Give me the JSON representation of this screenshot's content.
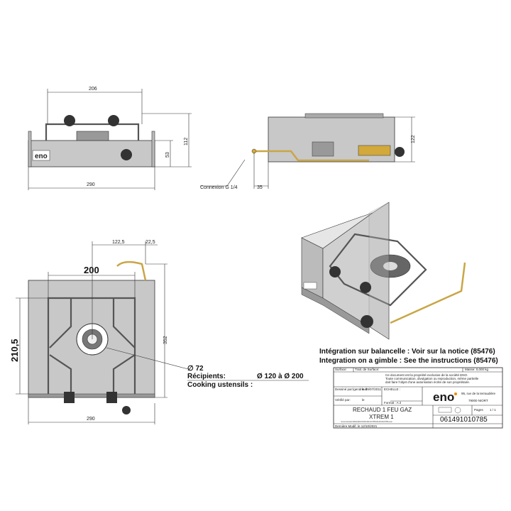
{
  "front_view": {
    "width_top": "206",
    "width_total": "290",
    "height_body": "53",
    "height_total": "112",
    "logo": "eno"
  },
  "side_view": {
    "height": "122",
    "offset": "35",
    "connection_label": "Connexion G 1/4"
  },
  "top_view": {
    "dim_200": "200",
    "dim_122_5": "122,5",
    "dim_22_5": "22,5",
    "dim_210_5": "210,5",
    "dim_352": "352",
    "width_total": "290"
  },
  "specs": {
    "diameter": "∅ 72",
    "recipients_label": "Récipients:",
    "recipients_value": "Ø 120 à Ø 200",
    "cooking_label": "Cooking ustensils :"
  },
  "integration": {
    "fr": "Intégration sur balancelle : Voir sur la notice (85476)",
    "en": "Integration on a gimble : See the instructions (85476)"
  },
  "title_block": {
    "surface": "Surface:",
    "trait_surface": "Trait. de Surface:",
    "masse": "Masse: 0,000 kg",
    "notice_1": "Ce document est la propriété exclusive de la société ENO.",
    "notice_2": "Toute communication, divulgation ou reproduction, même partielle",
    "notice_3": "doit faire l'objet d'une autorisation écrite de son propriétaire.",
    "drawn_by": "Dessiné par:lgendreuil",
    "drawn_date": "le 09/07/2011",
    "checked_by": "Vérifié par:",
    "checked_date": "le",
    "echelle": "ECHELLE :",
    "format": "Format : A 2",
    "logo": "eno",
    "address_1": "95, rue de la terraudière",
    "address_2": "79000 NIORT",
    "pages_label": "Pages",
    "pages_value": "1 / 1",
    "product_line1": "RECHAUD 1 FEU GAZ",
    "product_line2": "XTREM 1",
    "path": "\\\\eniers\\location\\Bdds\\ENO\\0061491010785\\0614910107856.asm",
    "last_modified": "Dernière Modif. le 12/10/2021",
    "part_number": "061491010785"
  }
}
